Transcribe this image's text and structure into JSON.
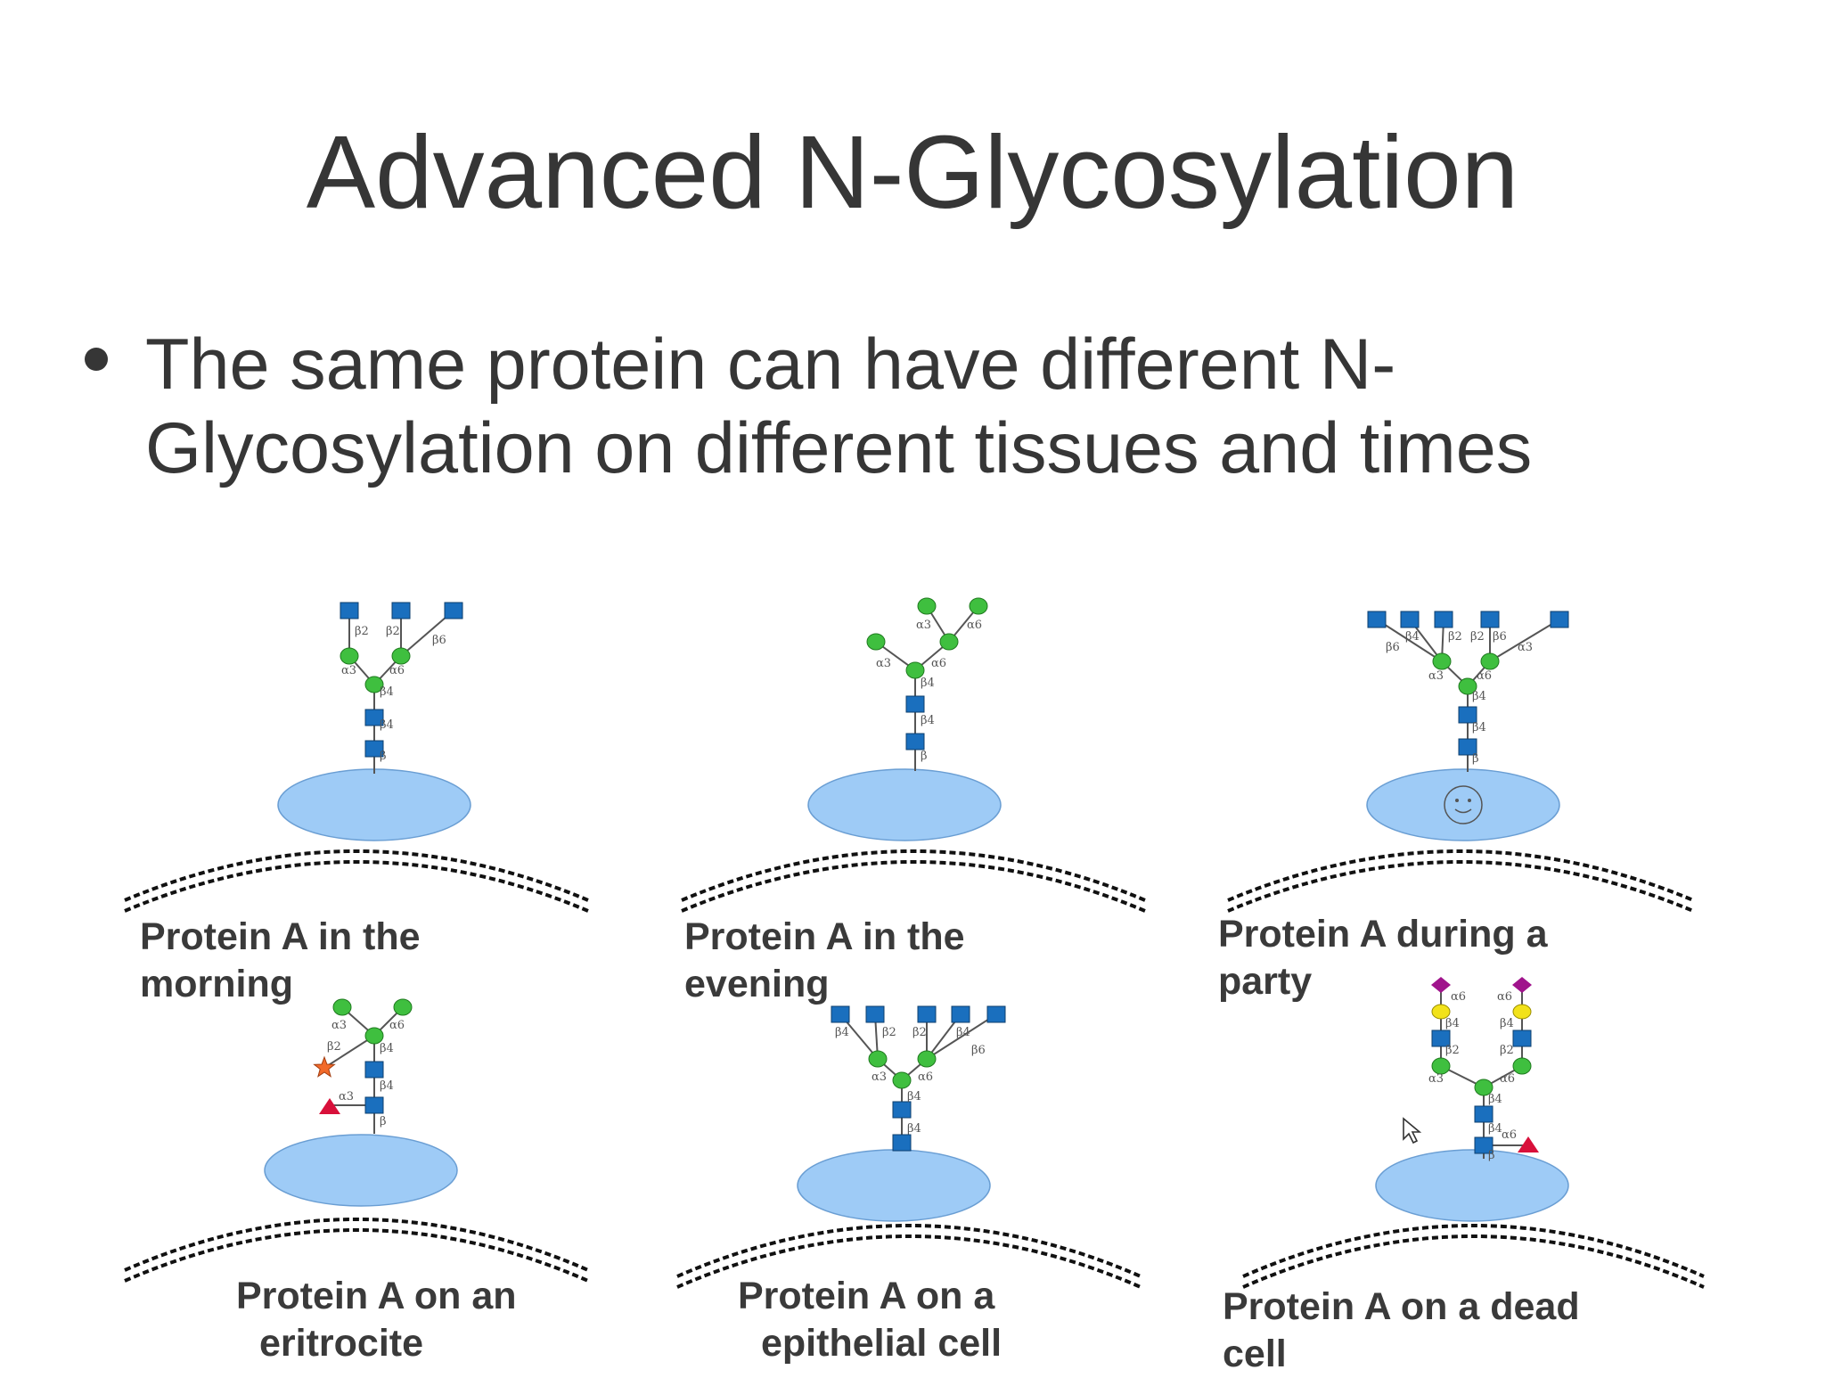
{
  "slide": {
    "title": "Advanced N-Glycosylation",
    "bullet_line1": "The same protein can have different N-",
    "bullet_line2": "Glycosylation on different tissues and times"
  },
  "panels": [
    {
      "line1": "Protein A in the",
      "line2": "morning",
      "face": false
    },
    {
      "line1": "Protein A in the",
      "line2": "evening",
      "face": false
    },
    {
      "line1": "Protein A during a",
      "line2": "party",
      "face": true
    },
    {
      "line1": "Protein A on an",
      "line2": "eritrocite",
      "face": false
    },
    {
      "line1": "Protein A on a",
      "line2": "epithelial cell",
      "face": false
    },
    {
      "line1": "Protein A on a dead",
      "line2": "cell",
      "face": false
    }
  ],
  "colors": {
    "glcnac": "#1a6fbe",
    "mannose": "#3fbf3f",
    "galactose": "#f2e21a",
    "sialic_acid": "#a0148c",
    "fucose": "#d8103a",
    "star": "#f26a2a",
    "protein": "#9ecbf6"
  },
  "glycans": [
    {
      "labels": [
        "β2",
        "β2",
        "β6",
        "α3",
        "α6",
        "β4",
        "β4",
        "β"
      ]
    },
    {
      "labels": [
        "α3",
        "α6",
        "α3",
        "α6",
        "β4",
        "β4",
        "β"
      ]
    },
    {
      "labels": [
        "β4",
        "β2",
        "β2",
        "β4",
        "β6",
        "β6",
        "α3",
        "α6",
        "β4",
        "β4",
        "β"
      ]
    },
    {
      "labels": [
        "α3",
        "α6",
        "β2",
        "β4",
        "β4",
        "α3",
        "β"
      ]
    },
    {
      "labels": [
        "β4",
        "β2",
        "β2",
        "β4",
        "β6",
        "α3",
        "α6",
        "β4",
        "β4"
      ]
    },
    {
      "labels": [
        "α6",
        "α6",
        "β4",
        "β4",
        "β2",
        "β2",
        "α3",
        "α6",
        "β4",
        "β4",
        "α6",
        "β"
      ]
    }
  ]
}
